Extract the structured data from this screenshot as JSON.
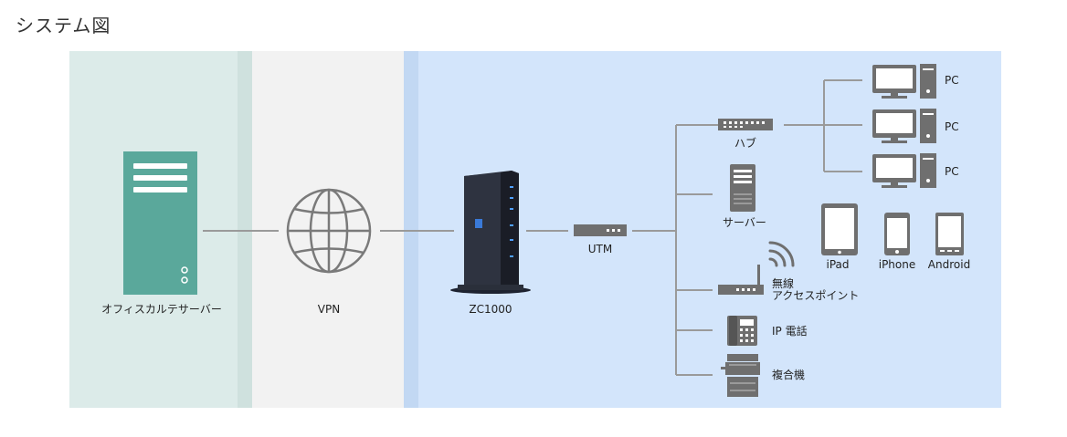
{
  "title": "システム図",
  "nodes": {
    "office_server": "オフィスカルテサーバー",
    "vpn": "VPN",
    "router": "ZC1000",
    "utm": "UTM",
    "hub": "ハブ",
    "server": "サーバー",
    "pc": [
      "PC",
      "PC",
      "PC"
    ],
    "wireless_ap": [
      "無線",
      "アクセスポイント"
    ],
    "ip_phone": "IP 電話",
    "mfp": "複合機",
    "tablets": [
      "iPad",
      "iPhone",
      "Android"
    ]
  },
  "colors": {
    "office_zone": "#dcebe9",
    "office_divider": "#cfe1de",
    "vpn_zone": "#f2f2f2",
    "lan_zone": "#d3e5fb",
    "lan_divider": "#c2d8f3",
    "server_green": "#5aa89b",
    "device_gray": "#6f6f6f",
    "line_gray": "#9a9a9a"
  }
}
